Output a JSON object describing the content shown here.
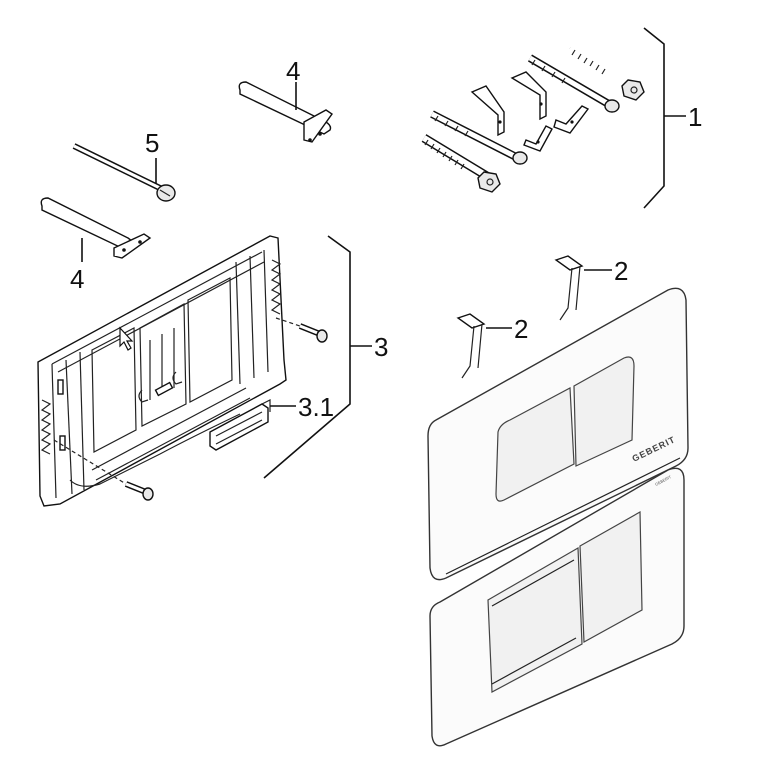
{
  "labels": {
    "l1": "1",
    "l2a": "2",
    "l2b": "2",
    "l3": "3",
    "l31": "3.1",
    "l4a": "4",
    "l4b": "4",
    "l5": "5"
  },
  "brand": {
    "logo_text": "GEBERIT"
  },
  "icons": {
    "cursor": "mouse-pointer-icon"
  }
}
